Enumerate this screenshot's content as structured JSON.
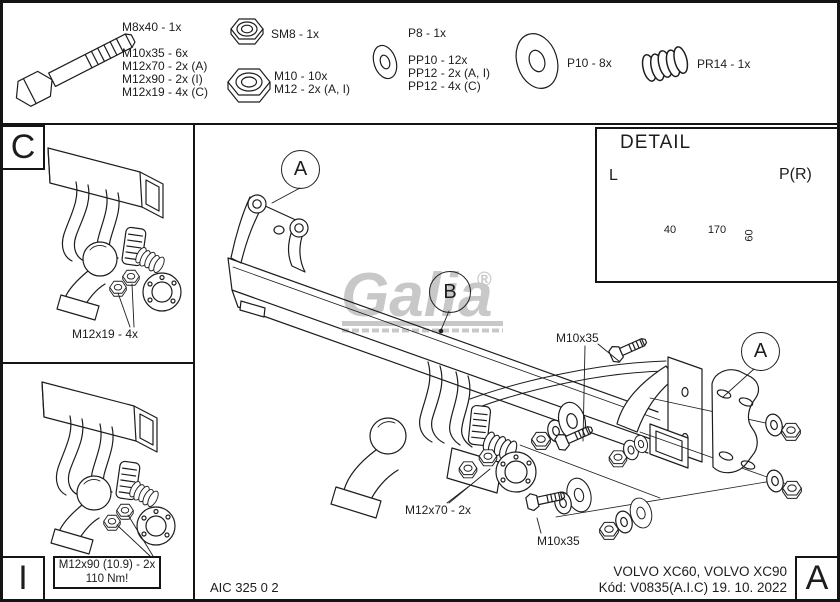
{
  "colors": {
    "line": "#1d1d1d",
    "watermark": "#c8c8c8",
    "background": "#ffffff"
  },
  "legend": {
    "bolt_lines": [
      "M8x40 - 1x",
      "M10x35 - 6x",
      "M12x70 - 2x (A)",
      "M12x90 - 2x (I)",
      "M12x19 - 4x (C)"
    ],
    "locknut_label": "SM8 - 1x",
    "nut_lines": [
      "M10 - 10x",
      "M12 - 2x (A, I)"
    ],
    "washer_lines": [
      "P8 - 1x",
      "PP10 - 12x",
      "PP12 - 2x (A, I)",
      "PP12 - 4x (C)"
    ],
    "washer_large_label": "P10 - 8x",
    "spring_label": "PR14 - 1x"
  },
  "detail": {
    "title": "DETAIL",
    "left_label": "L",
    "right_label": "P(R)",
    "dim_horizontal_1": "40",
    "dim_horizontal_2": "170",
    "dim_vertical": "60"
  },
  "callouts": {
    "a_left": "A",
    "b": "B",
    "a_right": "A",
    "c_cell": "C",
    "i_cell": "I",
    "a_corner": "A"
  },
  "drawing_labels": {
    "m10x35_top": "M10x35",
    "m10x35_bottom": "M10x35",
    "m12x70": "M12x70 - 2x",
    "m12x19": "M12x19 - 4x",
    "torque_line1": "M12x90 (10.9) - 2x",
    "torque_line2": "110 Nm!"
  },
  "footer": {
    "doc_number": "AIC 325 0 2",
    "vehicles": "VOLVO XC60, VOLVO XC90",
    "code": "Kód: V0835(A.I.C)  19. 10. 2022"
  },
  "watermark": {
    "text": "Galia",
    "registered": "®"
  }
}
